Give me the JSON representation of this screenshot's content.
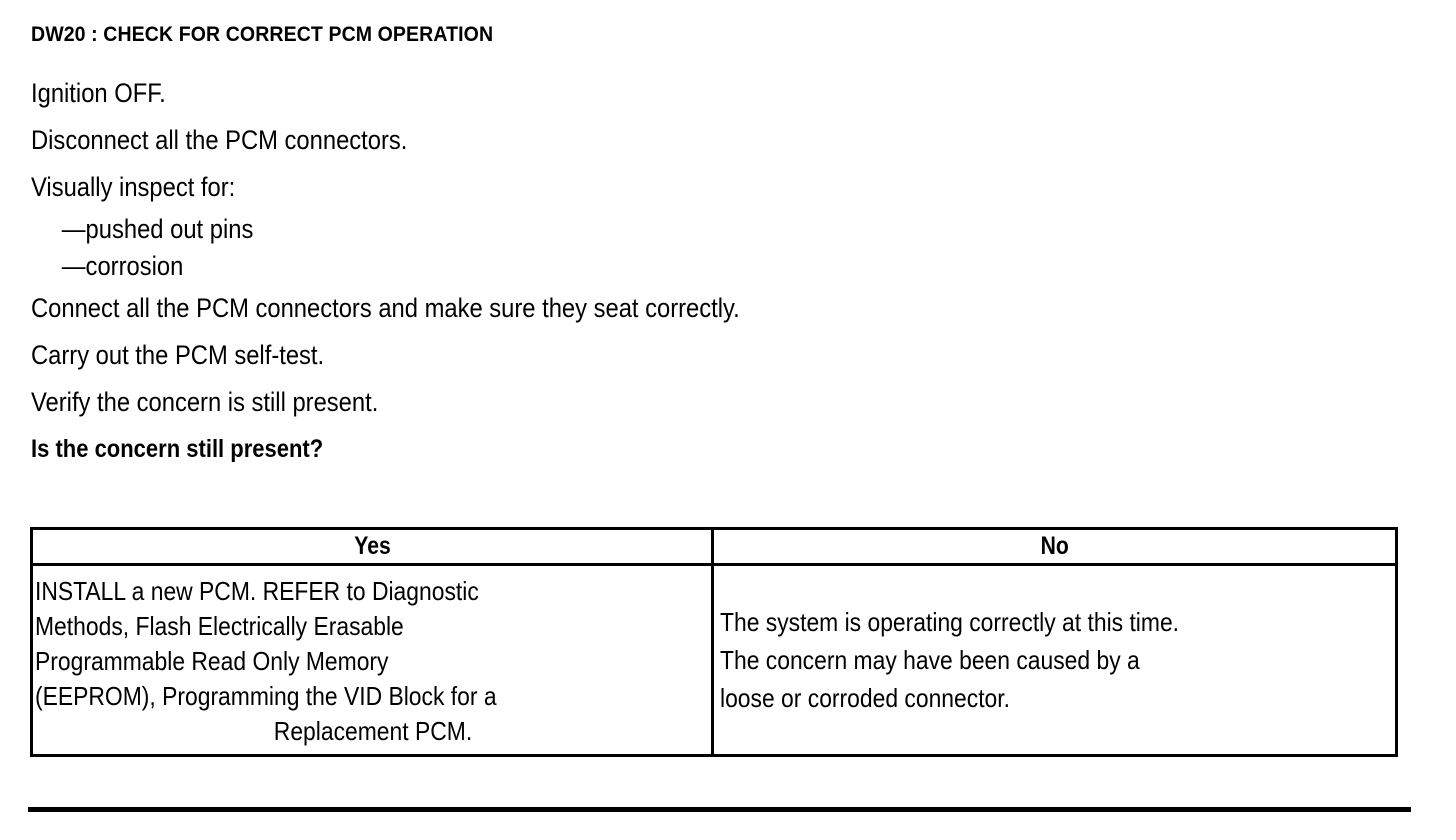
{
  "document": {
    "test_id": "DW20",
    "title": "DW20 : CHECK FOR CORRECT PCM OPERATION"
  },
  "steps": [
    {
      "text": "Ignition OFF.",
      "bold": false
    },
    {
      "text": "Disconnect all the PCM connectors.",
      "bold": false
    },
    {
      "text": "Visually inspect for:",
      "bold": false
    }
  ],
  "sub_items": [
    {
      "text": "—pushed out pins"
    },
    {
      "text": "—corrosion"
    }
  ],
  "steps_after": [
    {
      "text": "Connect all the PCM connectors and make sure they seat correctly.",
      "bold": false
    },
    {
      "text": "Carry out the PCM self-test.",
      "bold": false
    },
    {
      "text": "Verify the concern is still present.",
      "bold": false
    }
  ],
  "question": "Is the concern still present?",
  "decision_table": {
    "headers": {
      "yes": "Yes",
      "no": "No"
    },
    "yes_cell": {
      "lines": [
        {
          "text": "INSTALL a new PCM. REFER to Diagnostic",
          "align": "left"
        },
        {
          "text": "Methods, Flash Electrically Erasable",
          "align": "left"
        },
        {
          "text": "Programmable Read Only Memory",
          "align": "left"
        },
        {
          "text": "(EEPROM), Programming the VID Block for a",
          "align": "left"
        },
        {
          "text": "Replacement PCM.",
          "align": "center"
        }
      ],
      "full_text": "INSTALL a new PCM. REFER to Diagnostic Methods, Flash Electrically Erasable Programmable Read Only Memory (EEPROM), Programming the VID Block for a Replacement PCM."
    },
    "no_cell": {
      "lines": [
        {
          "text": "The system is operating correctly at this time.",
          "align": "left"
        },
        {
          "text": "The concern may have been caused by a",
          "align": "left"
        },
        {
          "text": "loose or corroded connector.",
          "align": "left"
        }
      ],
      "full_text": "The system is operating correctly at this time. The concern may have been caused by a loose or corroded connector."
    }
  },
  "colors": {
    "text": "#000000",
    "background": "#ffffff",
    "border": "#000000"
  }
}
